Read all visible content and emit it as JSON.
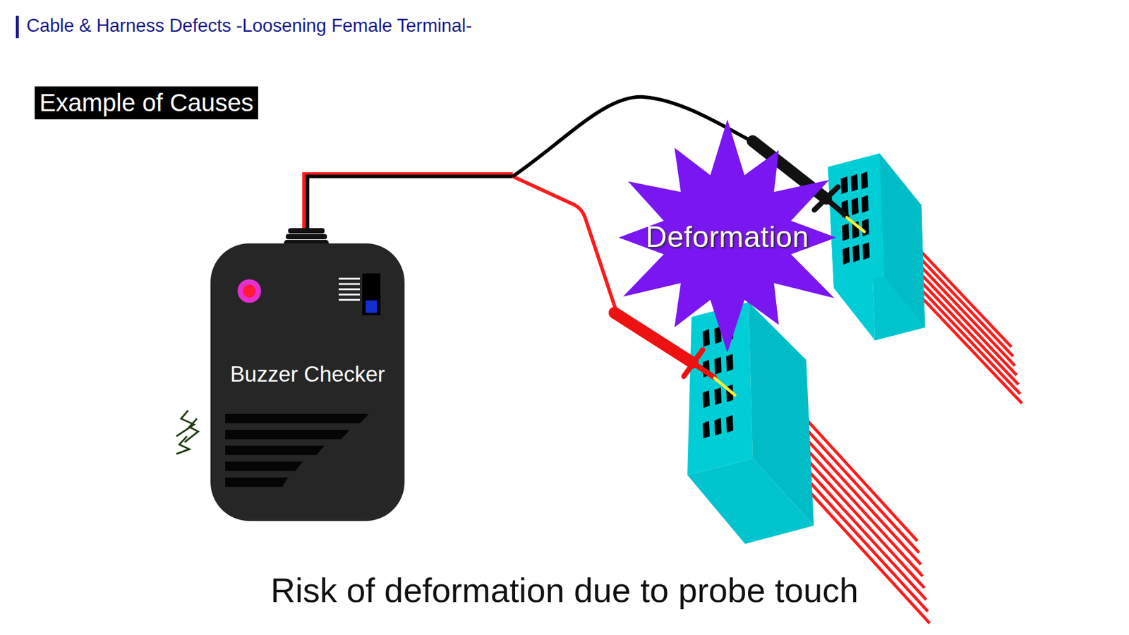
{
  "diagram": {
    "title": "Cable & Harness Defects -Loosening Female Terminal-",
    "caption": "Risk of deformation due to probe touch",
    "nodes": [
      {
        "text": [
          "Example of Causes"
        ]
      },
      {
        "text": [
          "Buzzer Checker"
        ]
      },
      {
        "text": [
          "Deformation"
        ]
      }
    ]
  }
}
